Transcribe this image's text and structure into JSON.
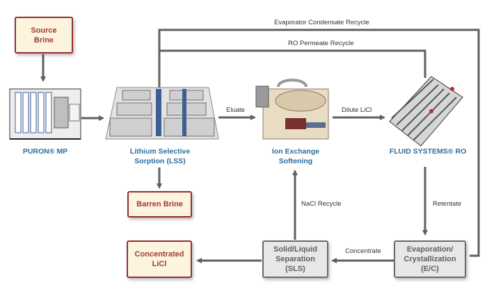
{
  "terminals": {
    "source_brine": "Source\nBrine",
    "barren_brine": "Barren Brine",
    "concentrated_licl": "Concentrated\nLiCl"
  },
  "units": {
    "puron_mp": "PURON® MP",
    "lss": "Lithium Selective\nSorption (LSS)",
    "ix": "Ion Exchange\nSoftening",
    "ro": "FLUID SYSTEMS® RO"
  },
  "process_boxes": {
    "sls": "Solid/Liquid\nSeparation\n(SLS)",
    "ec": "Evaporation/\nCrystallization\n(E/C)"
  },
  "flow_labels": {
    "evaporator_condensate_recycle": "Evaporator Condensate Recycle",
    "ro_permeate_recycle": "RO Permeate Recycle",
    "eluate": "Eluate",
    "dilute_licl": "Dilute LiCl",
    "nacl_recycle": "NaCl Recycle",
    "retentate": "Retentate",
    "concentrate": "Concentrate"
  },
  "colors": {
    "terminal_border": "#962b33",
    "terminal_fill": "#fcf4dd",
    "process_border": "#6a6a6a",
    "process_fill": "#e7e7e8",
    "unit_label": "#2a6ea0",
    "arrow": "#5f5f5f"
  }
}
